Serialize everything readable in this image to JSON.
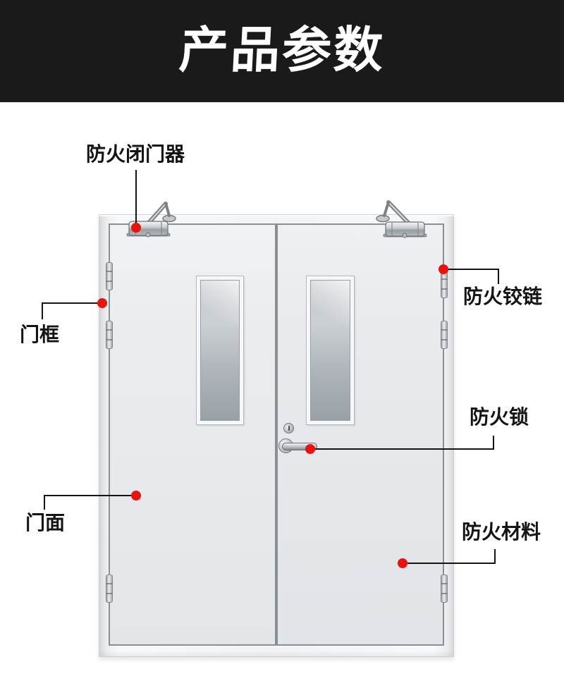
{
  "header": {
    "title": "产品参数"
  },
  "annotations": {
    "door_closer": {
      "label": "防火闭门器"
    },
    "fire_hinge": {
      "label": "防火铰链"
    },
    "door_frame": {
      "label": "门框"
    },
    "fire_lock": {
      "label": "防火锁"
    },
    "door_face": {
      "label": "门面"
    },
    "fire_material": {
      "label": "防火材料"
    }
  },
  "colors": {
    "banner_background": "#1a1a1a",
    "title_text": "#ffffff",
    "callout_dot": "#e8120f",
    "callout_line": "#141414",
    "door_leaf": "#e7e9ec",
    "door_frame": "#f2f3f5"
  }
}
